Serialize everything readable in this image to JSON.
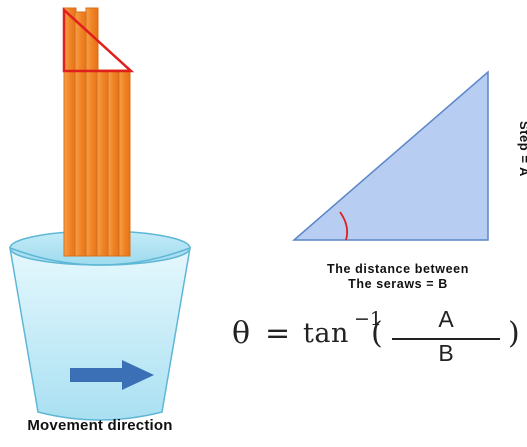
{
  "labels": {
    "movement_direction": "Movement direction",
    "distance_line1": "The distance between",
    "distance_line2": "The seraws = B",
    "step": "Step = A"
  },
  "formula": {
    "theta": "θ",
    "equals": "=",
    "function": "tan",
    "exponent": "−1",
    "open_paren": "(",
    "numerator": "A",
    "denominator": "B",
    "close_paren": ")"
  },
  "colors": {
    "straw_fill": "#f08a2c",
    "straw_stroke": "#d86f18",
    "red_outline": "#e01e1e",
    "water_light": "#d6f2fb",
    "water_dark": "#8fd3ec",
    "water_rim": "#5fb7d6",
    "arrow": "#3b6fb6",
    "triangle_fill": "#b8cdf2",
    "triangle_stroke": "#5b86c8",
    "angle_arc": "#e01e1e",
    "text": "#111111"
  },
  "icons": [
    "right-arrow-icon"
  ]
}
